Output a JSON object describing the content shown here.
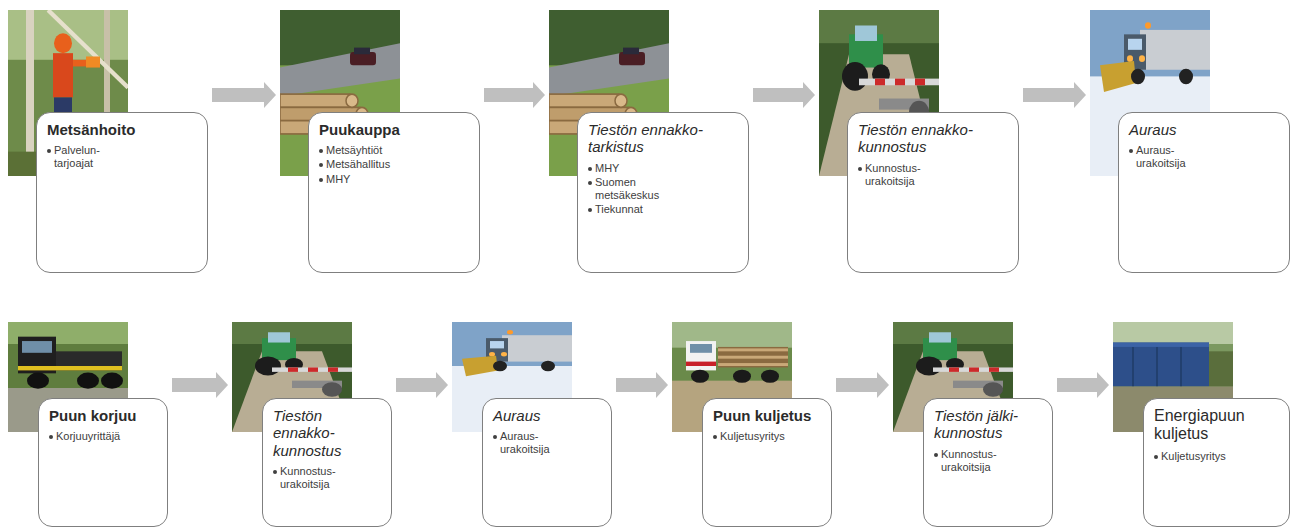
{
  "diagram": {
    "nodes": [
      {
        "text": [
          "Metsänhoito",
          "Palvelun- tarjoajat"
        ]
      },
      {
        "text": [
          "Puukauppa",
          "Metsäyhtiöt",
          "Metsähallitus",
          "MHY"
        ]
      },
      {
        "text": [
          "Tiestön ennakko- tarkistus",
          "MHY",
          "Suomen metsäkeskus",
          "Tiekunnat"
        ]
      },
      {
        "text": [
          "Tiestön ennakko- kunnostus",
          "Kunnostus- urakoitsija"
        ]
      },
      {
        "text": [
          "Auraus",
          "Auraus- urakoitsija"
        ]
      },
      {
        "text": [
          "Puun korjuu",
          "Korjuuyrittäjä"
        ]
      },
      {
        "text": [
          "Tiestön ennakko- kunnostus",
          "Kunnostus- urakoitsija"
        ]
      },
      {
        "text": [
          "Auraus",
          "Auraus- urakoitsija"
        ]
      },
      {
        "text": [
          "Puun kuljetus",
          "Kuljetusyritys"
        ]
      },
      {
        "text": [
          "Tiestön jälki- kunnostus",
          "Kunnostus- urakoitsija"
        ]
      },
      {
        "text": [
          "Energiapuun kuljetus",
          "Kuljetusyritys"
        ]
      }
    ],
    "edges": [
      {
        "from": 0,
        "to": 1,
        "arrow": "to"
      },
      {
        "from": 1,
        "to": 2,
        "arrow": "to"
      },
      {
        "from": 2,
        "to": 3,
        "arrow": "to"
      },
      {
        "from": 3,
        "to": 4,
        "arrow": "to"
      },
      {
        "from": 5,
        "to": 6,
        "arrow": "to"
      },
      {
        "from": 6,
        "to": 7,
        "arrow": "to"
      },
      {
        "from": 7,
        "to": 8,
        "arrow": "to"
      },
      {
        "from": 8,
        "to": 9,
        "arrow": "to"
      },
      {
        "from": 9,
        "to": 10,
        "arrow": "to"
      }
    ]
  }
}
